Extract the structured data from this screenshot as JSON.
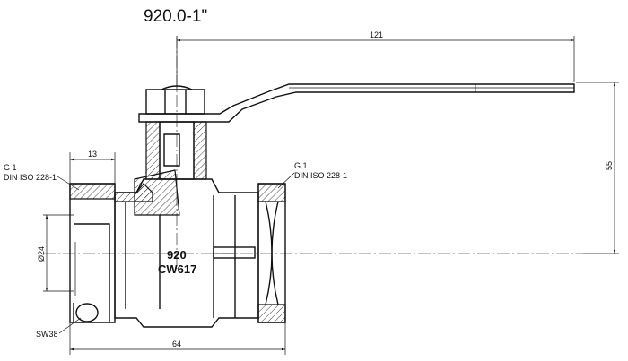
{
  "title": "920.0-1\"",
  "dimensions": {
    "overall_handle": "121",
    "height": "55",
    "thread_depth": "13",
    "length": "64",
    "bore": "Ø24",
    "wrench_size": "SW38"
  },
  "thread_left": {
    "line1": "G 1",
    "line2": "DIN ISO 228-1"
  },
  "thread_right": {
    "line1": "G 1",
    "line2": "DIN ISO 228-1"
  },
  "body_marking": {
    "model": "920",
    "material": "CW617"
  }
}
